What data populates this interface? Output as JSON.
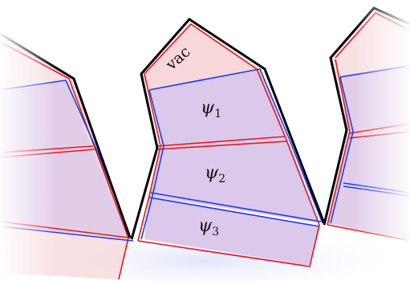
{
  "labels": {
    "vac": "vac",
    "psi1": {
      "symbol": "ψ",
      "sub": "1"
    },
    "psi2": {
      "symbol": "ψ",
      "sub": "2"
    },
    "psi3": {
      "symbol": "ψ",
      "sub": "3"
    }
  },
  "colors": {
    "boundary": "#000000",
    "red_cell": "#e31a1c",
    "blue_cell": "#1f3fe0",
    "red_fill": "#f4c8cc",
    "purple_fill": "#dcc8ea",
    "glow": "#c9d0f5"
  }
}
